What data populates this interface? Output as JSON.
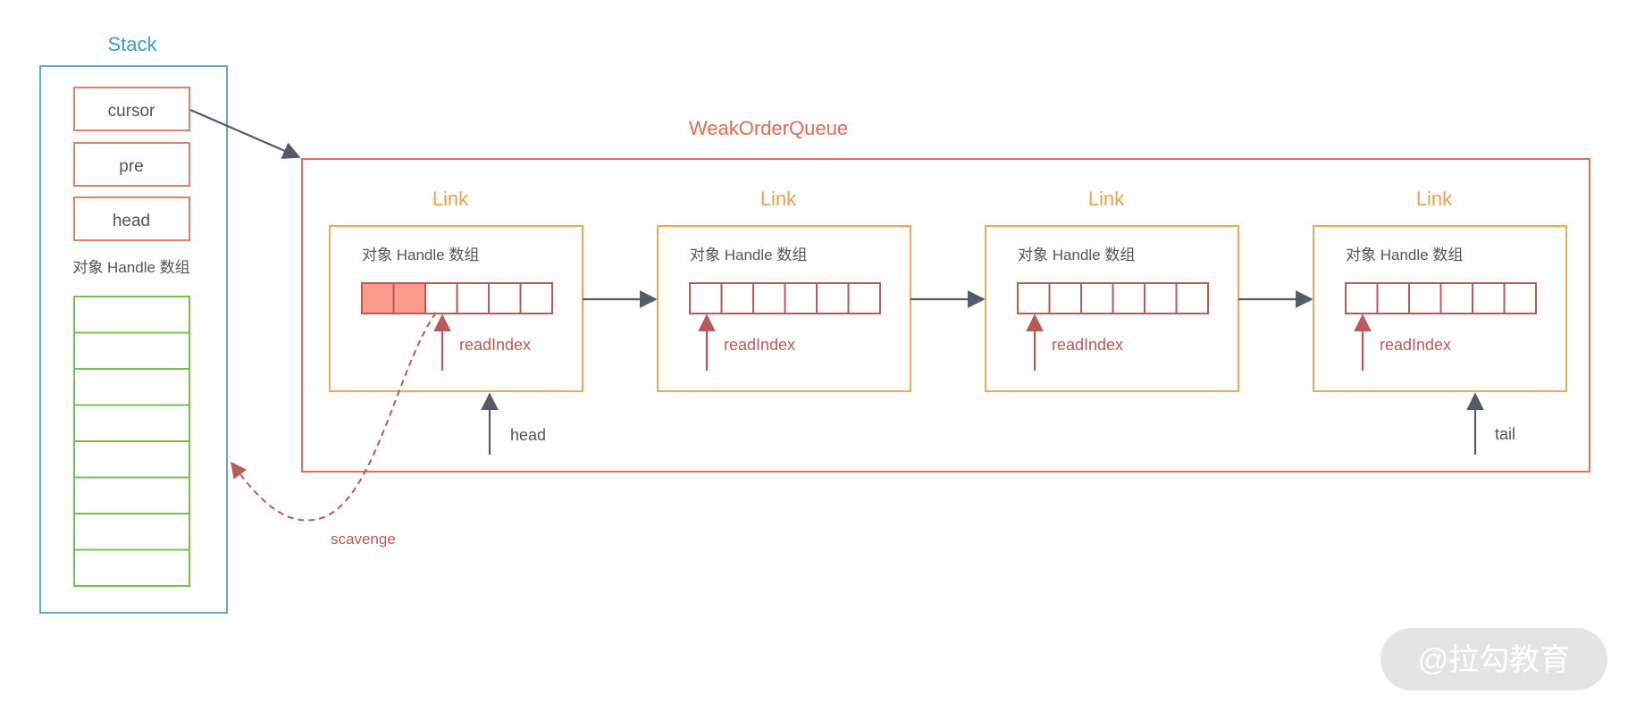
{
  "stack": {
    "title": "Stack",
    "fields": [
      "cursor",
      "pre",
      "head"
    ],
    "array_label": "对象 Handle 数组",
    "array_slots": 8
  },
  "queue": {
    "title": "WeakOrderQueue",
    "links": [
      {
        "title": "Link",
        "array_label": "对象 Handle 数组",
        "read_index_label": "readIndex",
        "slots": 6,
        "filled_slots": 2
      },
      {
        "title": "Link",
        "array_label": "对象 Handle 数组",
        "read_index_label": "readIndex",
        "slots": 6,
        "filled_slots": 0
      },
      {
        "title": "Link",
        "array_label": "对象 Handle 数组",
        "read_index_label": "readIndex",
        "slots": 6,
        "filled_slots": 0
      },
      {
        "title": "Link",
        "array_label": "对象 Handle 数组",
        "read_index_label": "readIndex",
        "slots": 6,
        "filled_slots": 0
      }
    ],
    "head_label": "head",
    "tail_label": "tail"
  },
  "scavenge_label": "scavenge",
  "watermark": "@拉勾教育",
  "colors": {
    "stack": "#62a9d0",
    "queue": "#e07060",
    "link": "#f0a858",
    "stack_slot": "#79bf4b",
    "filled_slot": "#f99b8b",
    "pointer_red": "#b85a5a",
    "pointer_gray": "#555a66"
  },
  "icons": [
    "arrow-right-icon",
    "arrow-up-icon",
    "dashed-arrow-icon"
  ]
}
